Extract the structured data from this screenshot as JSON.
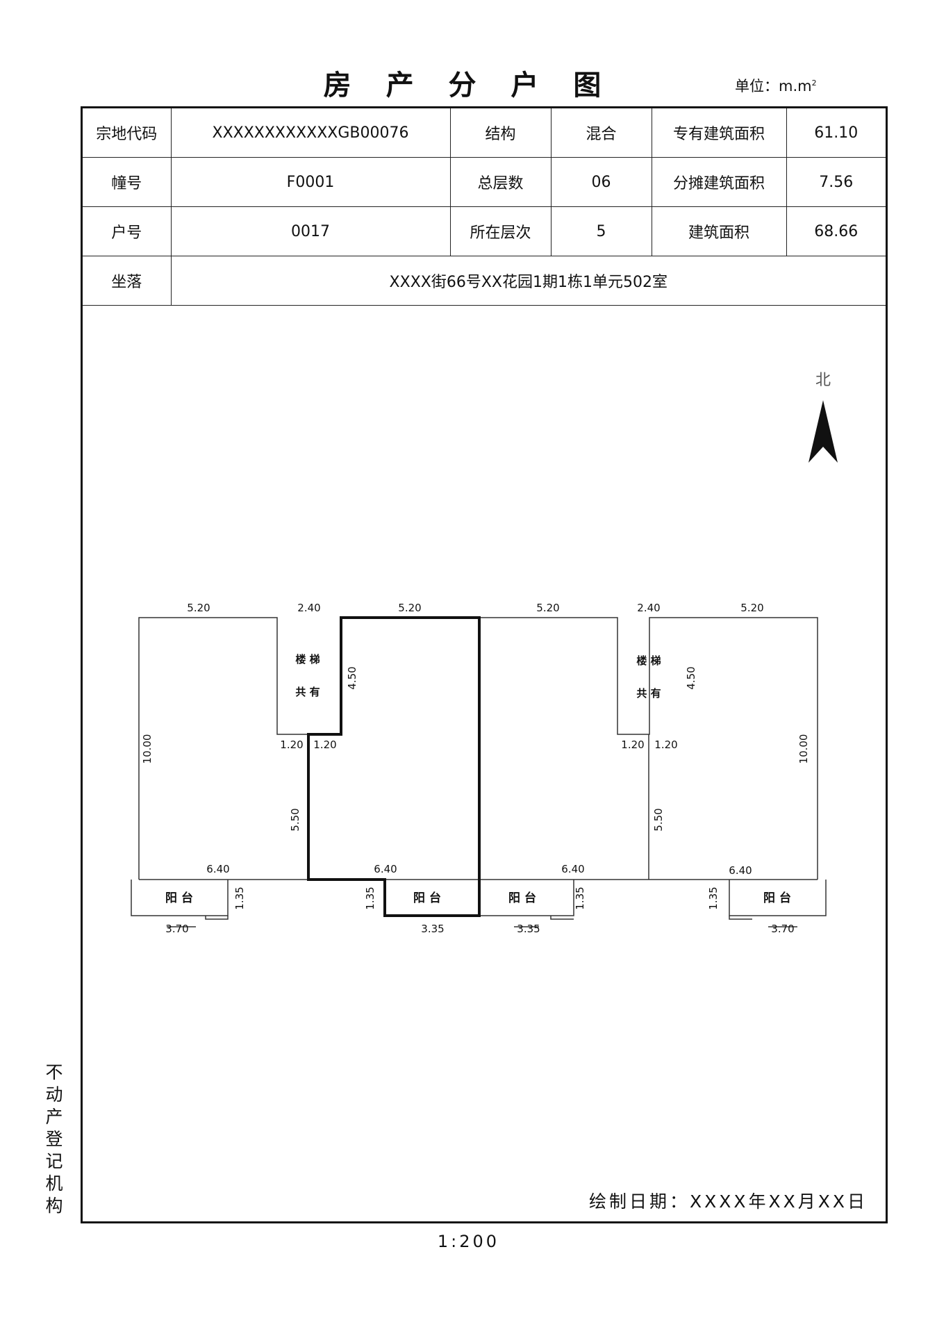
{
  "title": "房 产 分 户 图",
  "unit": "单位：m.m",
  "unit_sup": "2",
  "table": {
    "r1": [
      "宗地代码",
      "XXXXXXXXXXXXGB00076",
      "结构",
      "混合",
      "专有建筑面积",
      "61.10"
    ],
    "r2": [
      "幢号",
      "F0001",
      "总层数",
      "06",
      "分摊建筑面积",
      "7.56"
    ],
    "r3": [
      "户号",
      "0017",
      "所在层次",
      "5",
      "建筑面积",
      "68.66"
    ],
    "r4": [
      "坐落",
      "XXXX街66号XX花园1期1栋1单元502室"
    ]
  },
  "north": "北",
  "plan": {
    "top_dims": [
      "5.20",
      "2.40",
      "5.20",
      "5.20",
      "2.40",
      "5.20"
    ],
    "stair_label_1": "楼  梯",
    "stair_label_2": "共  有",
    "stair_height": "4.50",
    "stair_width_a": "1.20",
    "stair_width_b": "1.20",
    "unit_depth": "10.00",
    "inner_depth": "5.50",
    "unit_width": "6.40",
    "balcony_label": "阳  台",
    "balcony_depth": "1.35",
    "balcony_wide": "3.70",
    "balcony_narrow": "3.35"
  },
  "side_label": "不动产登记机构",
  "date": "绘制日期：XXXX年XX月XX日",
  "scale": "1:200"
}
